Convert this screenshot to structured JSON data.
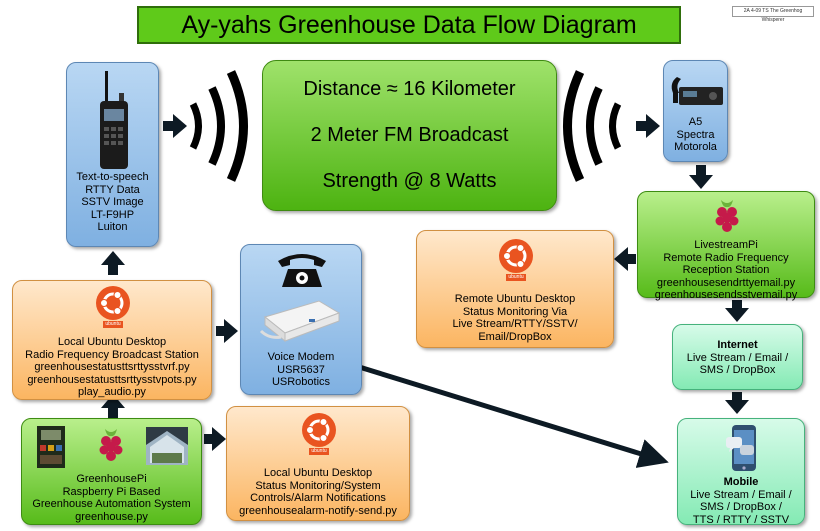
{
  "title": "Ay-yahs Greenhouse Data Flow Diagram",
  "corner_note": "2A 4-09 TS The Greenhog Whisperer",
  "broadcast": {
    "distance": "Distance ≈ 16 Kilometer",
    "band": "2 Meter FM Broadcast",
    "strength": "Strength @ 8 Watts"
  },
  "radio_tx": {
    "lines": [
      "Text-to-speech",
      "RTTY Data",
      "SSTV Image",
      "LT-F9HP",
      "Luiton"
    ]
  },
  "radio_rx": {
    "lines": [
      "A5",
      "Spectra",
      "Motorola"
    ]
  },
  "livestream_pi": {
    "lines": [
      "LivestreamPi",
      "Remote Radio Frequency",
      "Reception Station",
      "greenhousesendrttyemail.py",
      "greenhousesendsstvemail.py"
    ]
  },
  "remote_desktop": {
    "lines": [
      "Remote Ubuntu Desktop",
      "Status Monitoring Via",
      "Live Stream/RTTY/SSTV/",
      "Email/DropBox"
    ]
  },
  "local_broadcast": {
    "lines": [
      "Local Ubuntu Desktop",
      "Radio Frequency Broadcast Station",
      "greenhousestatusttsrttysstvrf.py",
      "greenhousestatusttsrttysstvpots.py",
      "play_audio.py"
    ]
  },
  "voice_modem": {
    "lines": [
      "Voice Modem",
      "USR5637",
      "USRobotics"
    ]
  },
  "internet": {
    "heading": "Internet",
    "lines": [
      "Live Stream / Email /",
      "SMS / DropBox"
    ]
  },
  "greenhouse_pi": {
    "lines": [
      "GreenhousePi",
      "Raspberry Pi Based",
      "Greenhouse Automation System",
      "greenhouse.py"
    ]
  },
  "local_alarm": {
    "lines": [
      "Local Ubuntu Desktop",
      "Status Monitoring/System",
      "Controls/Alarm Notifications",
      "greenhousealarm-notify-send.py"
    ]
  },
  "mobile": {
    "heading": "Mobile",
    "lines": [
      "Live Stream / Email /",
      "SMS / DropBox /",
      "TTS / RTTY / SSTV"
    ]
  },
  "ubuntu_label": "ubuntu",
  "colors": {
    "title_green": "#5fca1a",
    "arrow": "#0d1a24",
    "ubuntu_orange": "#e95420",
    "raspberry": "#c51a4a"
  }
}
